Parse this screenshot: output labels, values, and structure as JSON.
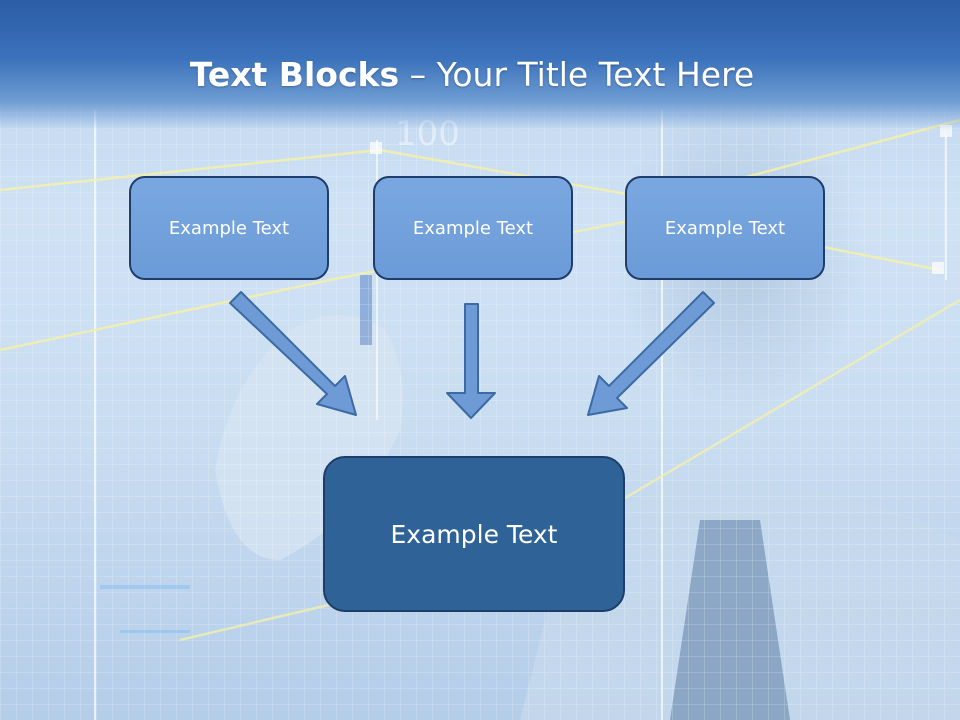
{
  "title": {
    "bold": "Text Blocks",
    "dash": " – ",
    "rest": "Your Title Text Here"
  },
  "boxes": {
    "left": "Example Text",
    "center": "Example Text",
    "right": "Example Text",
    "bottom": "Example Text"
  },
  "background": {
    "chart_label": "100"
  },
  "colors": {
    "header": "#2a5da5",
    "small_box": "#6b9bd8",
    "large_box": "#2f6397",
    "arrow": "#6e9bd6",
    "arrow_outline": "#3c6aa3"
  }
}
